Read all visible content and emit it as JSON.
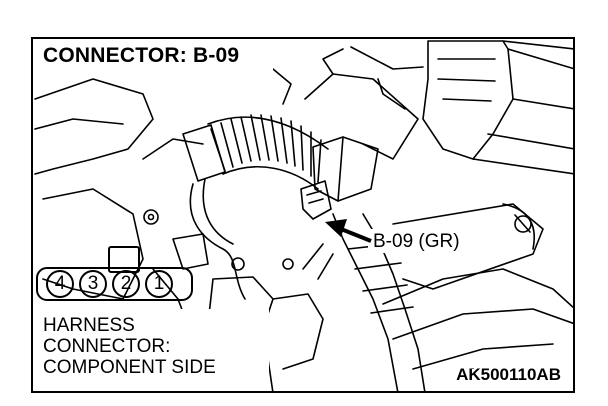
{
  "title": "CONNECTOR: B-09",
  "pointer_label": "B-09 (GR)",
  "caption": {
    "line1": "HARNESS",
    "line2": "CONNECTOR:",
    "line3": "COMPONENT SIDE"
  },
  "connector_pins": [
    "4",
    "3",
    "2",
    "1"
  ],
  "figure_code": "AK500110AB",
  "colors": {
    "line": "#000000",
    "background": "#ffffff"
  }
}
